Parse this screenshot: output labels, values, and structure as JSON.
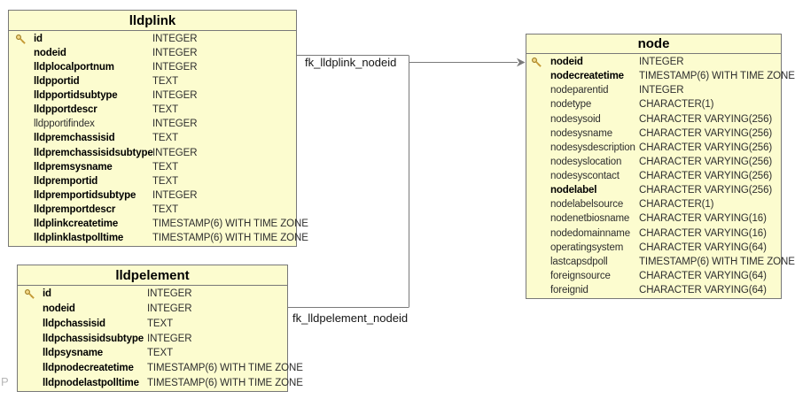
{
  "diagram": {
    "watermark": "P",
    "colors": {
      "table_fill": "#fcfccf",
      "table_border": "#787878",
      "connector_gray": "#7a7a7a",
      "key_gold": "#d9a93c",
      "title_text": "#000000",
      "field_text": "#2e2e2e"
    }
  },
  "tables": [
    {
      "title": "lldplink",
      "fields": [
        {
          "name": "id",
          "type": "INTEGER",
          "key": true,
          "bold": true
        },
        {
          "name": "nodeid",
          "type": "INTEGER",
          "key": false,
          "bold": true
        },
        {
          "name": "lldplocalportnum",
          "type": "INTEGER",
          "key": false,
          "bold": true
        },
        {
          "name": "lldpportid",
          "type": "TEXT",
          "key": false,
          "bold": true
        },
        {
          "name": "lldpportidsubtype",
          "type": "INTEGER",
          "key": false,
          "bold": true
        },
        {
          "name": "lldpportdescr",
          "type": "TEXT",
          "key": false,
          "bold": true
        },
        {
          "name": "lldpportifindex",
          "type": "INTEGER",
          "key": false,
          "bold": false
        },
        {
          "name": "lldpremchassisid",
          "type": "TEXT",
          "key": false,
          "bold": true
        },
        {
          "name": "lldpremchassisidsubtype",
          "type": "INTEGER",
          "key": false,
          "bold": true
        },
        {
          "name": "lldpremsysname",
          "type": "TEXT",
          "key": false,
          "bold": true
        },
        {
          "name": "lldpremportid",
          "type": "TEXT",
          "key": false,
          "bold": true
        },
        {
          "name": "lldpremportidsubtype",
          "type": "INTEGER",
          "key": false,
          "bold": true
        },
        {
          "name": "lldpremportdescr",
          "type": "TEXT",
          "key": false,
          "bold": true
        },
        {
          "name": "lldplinkcreatetime",
          "type": "TIMESTAMP(6) WITH TIME ZONE",
          "key": false,
          "bold": true
        },
        {
          "name": "lldplinklastpolltime",
          "type": "TIMESTAMP(6) WITH TIME ZONE",
          "key": false,
          "bold": true
        }
      ]
    },
    {
      "title": "lldpelement",
      "fields": [
        {
          "name": "id",
          "type": "INTEGER",
          "key": true,
          "bold": true
        },
        {
          "name": "nodeid",
          "type": "INTEGER",
          "key": false,
          "bold": true
        },
        {
          "name": "lldpchassisid",
          "type": "TEXT",
          "key": false,
          "bold": true
        },
        {
          "name": "lldpchassisidsubtype",
          "type": "INTEGER",
          "key": false,
          "bold": true
        },
        {
          "name": "lldpsysname",
          "type": "TEXT",
          "key": false,
          "bold": true
        },
        {
          "name": "lldpnodecreatetime",
          "type": "TIMESTAMP(6) WITH TIME ZONE",
          "key": false,
          "bold": true
        },
        {
          "name": "lldpnodelastpolltime",
          "type": "TIMESTAMP(6) WITH TIME ZONE",
          "key": false,
          "bold": true
        }
      ]
    },
    {
      "title": "node",
      "fields": [
        {
          "name": "nodeid",
          "type": "INTEGER",
          "key": true,
          "bold": true
        },
        {
          "name": "nodecreatetime",
          "type": "TIMESTAMP(6) WITH TIME ZONE",
          "key": false,
          "bold": true
        },
        {
          "name": "nodeparentid",
          "type": "INTEGER",
          "key": false,
          "bold": false
        },
        {
          "name": "nodetype",
          "type": "CHARACTER(1)",
          "key": false,
          "bold": false
        },
        {
          "name": "nodesysoid",
          "type": "CHARACTER VARYING(256)",
          "key": false,
          "bold": false
        },
        {
          "name": "nodesysname",
          "type": "CHARACTER VARYING(256)",
          "key": false,
          "bold": false
        },
        {
          "name": "nodesysdescription",
          "type": "CHARACTER VARYING(256)",
          "key": false,
          "bold": false
        },
        {
          "name": "nodesyslocation",
          "type": "CHARACTER VARYING(256)",
          "key": false,
          "bold": false
        },
        {
          "name": "nodesyscontact",
          "type": "CHARACTER VARYING(256)",
          "key": false,
          "bold": false
        },
        {
          "name": "nodelabel",
          "type": "CHARACTER VARYING(256)",
          "key": false,
          "bold": true
        },
        {
          "name": "nodelabelsource",
          "type": "CHARACTER(1)",
          "key": false,
          "bold": false
        },
        {
          "name": "nodenetbiosname",
          "type": "CHARACTER VARYING(16)",
          "key": false,
          "bold": false
        },
        {
          "name": "nodedomainname",
          "type": "CHARACTER VARYING(16)",
          "key": false,
          "bold": false
        },
        {
          "name": "operatingsystem",
          "type": "CHARACTER VARYING(64)",
          "key": false,
          "bold": false
        },
        {
          "name": "lastcapsdpoll",
          "type": "TIMESTAMP(6) WITH TIME ZONE",
          "key": false,
          "bold": false
        },
        {
          "name": "foreignsource",
          "type": "CHARACTER VARYING(64)",
          "key": false,
          "bold": false
        },
        {
          "name": "foreignid",
          "type": "CHARACTER VARYING(64)",
          "key": false,
          "bold": false
        }
      ]
    }
  ],
  "relations": [
    {
      "label": "fk_lldplink_nodeid",
      "from_table": "lldplink",
      "to_table": "node"
    },
    {
      "label": "fk_lldpelement_nodeid",
      "from_table": "lldpelement",
      "to_table": "node"
    }
  ]
}
